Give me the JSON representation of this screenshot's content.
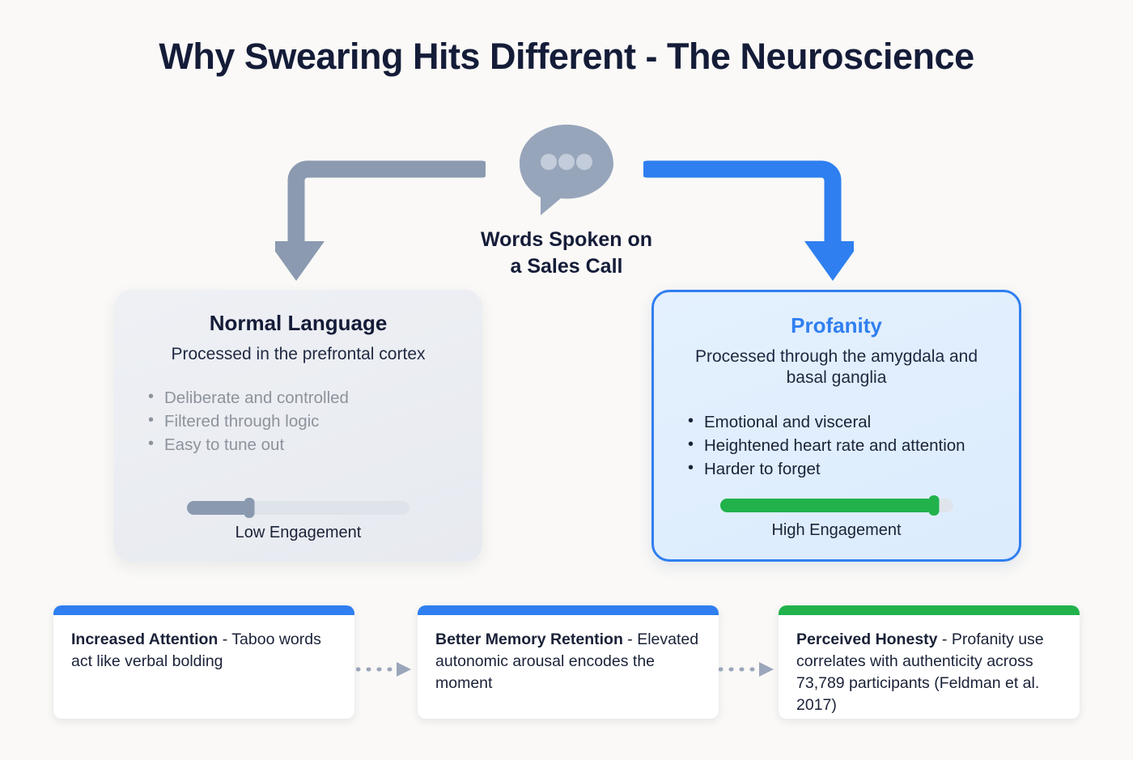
{
  "title": "Why Swearing Hits Different - The Neuroscience",
  "center": {
    "icon": "speech-bubble-icon",
    "label_line1": "Words Spoken on",
    "label_line2": "a Sales Call"
  },
  "colors": {
    "background": "#faf9f7",
    "navy": "#141c38",
    "blue": "#2f7ff0",
    "green": "#21b24c",
    "gray_arrow": "#8b9ab0",
    "muted_text": "#8d939c"
  },
  "arrows": {
    "left": {
      "name": "elbow-arrow-left",
      "color": "#8b9ab0",
      "direction": "down"
    },
    "right": {
      "name": "elbow-arrow-right",
      "color": "#2f7ff0",
      "direction": "down"
    }
  },
  "cards": [
    {
      "id": "normal",
      "title": "Normal Language",
      "subtitle": "Processed in the prefrontal cortex",
      "bullets": [
        "Deliberate and controlled",
        "Filtered through logic",
        "Easy to tune out"
      ],
      "slider": {
        "label": "Low Engagement",
        "percent": 28,
        "fill_color": "#8a99ae",
        "track_color": "#dfe3ea"
      }
    },
    {
      "id": "profanity",
      "title": "Profanity",
      "subtitle": "Processed through the amygdala and basal ganglia",
      "bullets": [
        "Emotional and visceral",
        "Heightened heart rate and attention",
        "Harder to forget"
      ],
      "slider": {
        "label": "High Engagement",
        "percent": 92,
        "fill_color": "#21b24c",
        "track_color": "#e0e5ec"
      }
    }
  ],
  "outcomes": [
    {
      "bar_color": "#2f7ff0",
      "bold": "Increased Attention",
      "rest": " - Taboo words act like verbal bolding"
    },
    {
      "bar_color": "#2f7ff0",
      "bold": "Better Memory Retention",
      "rest": " - Elevated autonomic arousal encodes the moment"
    },
    {
      "bar_color": "#21b24c",
      "bold": "Perceived Honesty",
      "rest": " - Profanity use correlates with authenticity across 73,789 participants (Feldman et al. 2017)"
    }
  ],
  "connectors": [
    {
      "name": "dotted-arrow-right",
      "color": "#9aa6bb"
    },
    {
      "name": "dotted-arrow-right",
      "color": "#9aa6bb"
    }
  ]
}
